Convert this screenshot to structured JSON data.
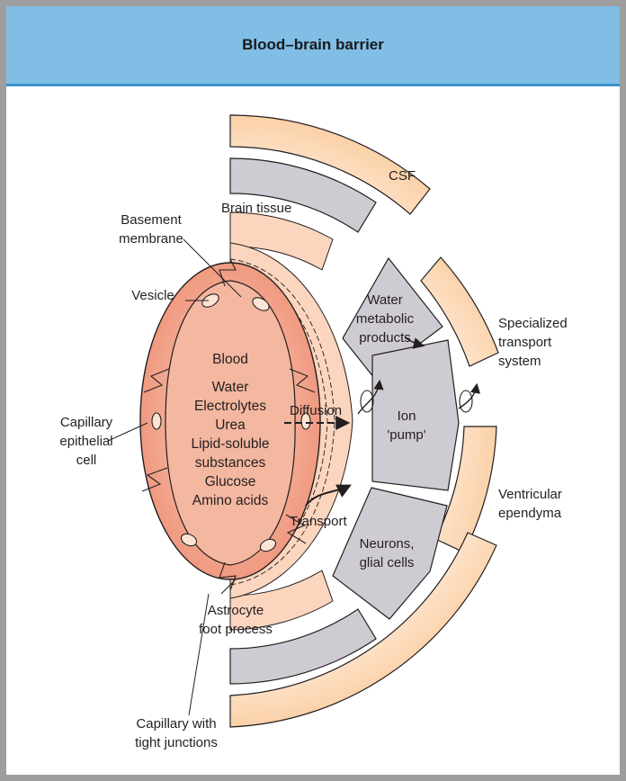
{
  "title": "Blood–brain barrier",
  "labels": {
    "csf": "CSF",
    "brain_tissue": "Brain tissue",
    "basement_membrane": [
      "Basement",
      "membrane"
    ],
    "vesicle": "Vesicle",
    "capillary_epithelial_cell": [
      "Capillary",
      "epithelial",
      "cell"
    ],
    "astrocyte_foot_process": [
      "Astrocyte",
      "foot process"
    ],
    "capillary_tight_junctions": [
      "Capillary with",
      "tight junctions"
    ],
    "water_metabolic_products": [
      "Water",
      "metabolic",
      "products"
    ],
    "ion_pump": [
      "Ion",
      "'pump'"
    ],
    "neurons_glial": [
      "Neurons,",
      "glial cells"
    ],
    "specialized_transport": [
      "Specialized",
      "transport",
      "system"
    ],
    "ventricular_ependyma": [
      "Ventricular",
      "ependyma"
    ],
    "diffusion": "Diffusion",
    "transport": "Transport"
  },
  "blood_contents": [
    "Blood",
    "Water",
    "Electrolytes",
    "Urea",
    "Lipid-soluble",
    "substances",
    "Glucose",
    "Amino acids"
  ],
  "colors": {
    "header": "#80bee6",
    "header_rule": "#3a94c8",
    "capillary_fill": "#f09a80",
    "capillary_inner": "#f4b7a0",
    "astrocyte_fill": "#fbd5be",
    "csf_fill": "#fde7cf",
    "tissue_fill": "#cfcbd3",
    "outline": "#231f20"
  }
}
